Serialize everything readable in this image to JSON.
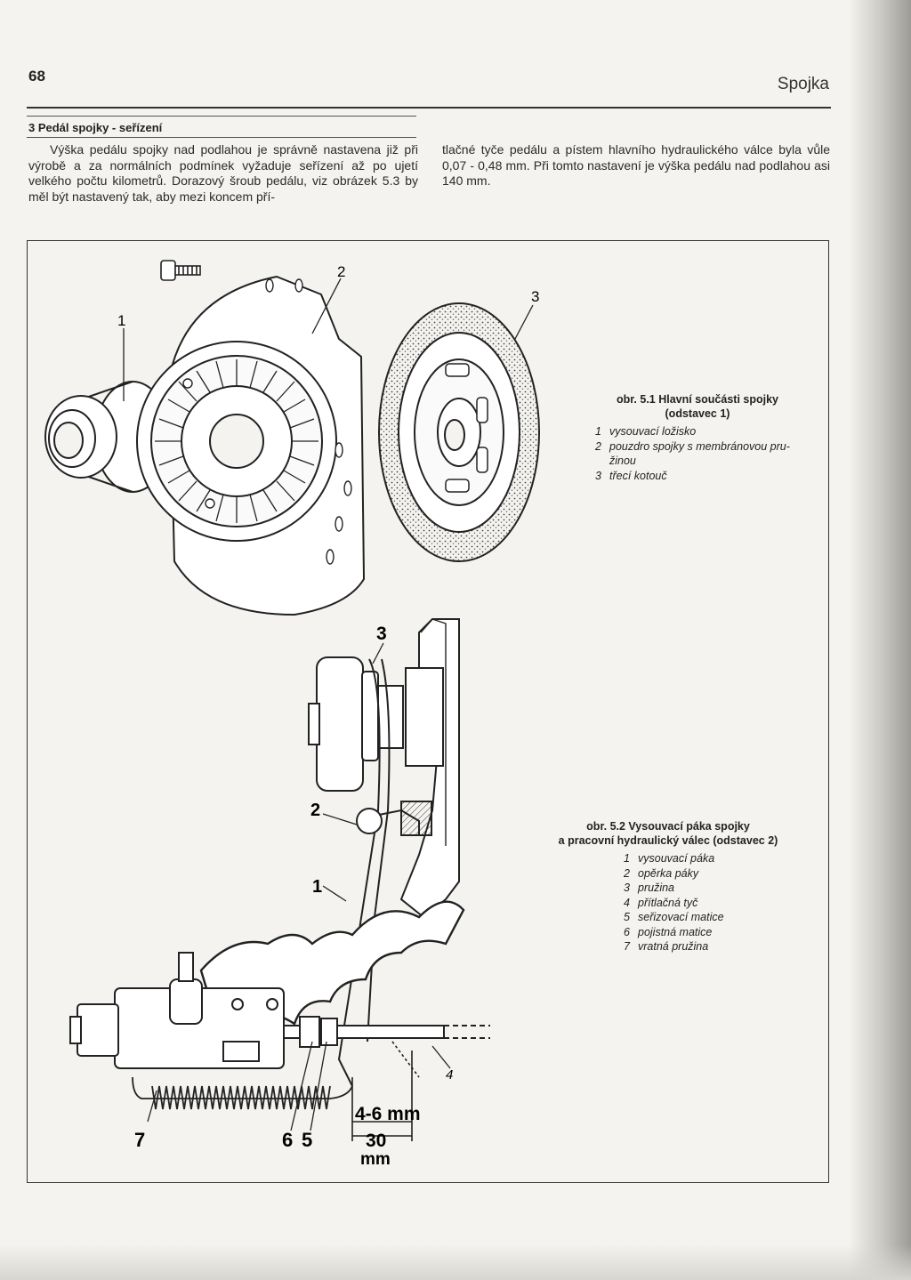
{
  "header": {
    "page_number": "68",
    "running_head": "Spojka"
  },
  "section": {
    "heading": "3   Pedál spojky - seřízení",
    "left_text": "Výška pedálu spojky nad podlahou je správně nastavena již při výrobě a za normálních podmínek vyžaduje seřízení až po ujetí velkého počtu kilometrů. Dorazový šroub pedálu, viz obrázek 5.3 by měl být nastavený tak, aby mezi koncem pří-",
    "right_text": "tlačné tyče pedálu a pístem hlavního hydraulického válce byla vůle 0,07 - 0,48 mm. Při tomto nastavení je výška pedálu nad podlahou asi 140 mm."
  },
  "figure1": {
    "caption_title_line1": "obr. 5.1 Hlavní součásti spojky",
    "caption_title_line2": "(odstavec 1)",
    "items": [
      {
        "num": "1",
        "text": "vysouvací ložisko"
      },
      {
        "num": "2",
        "text": "pouzdro spojky s membránovou pru-"
      },
      {
        "num": "",
        "text": "žinou"
      },
      {
        "num": "3",
        "text": "třecí kotouč"
      }
    ],
    "callouts": {
      "c1": "1",
      "c2": "2",
      "c3": "3"
    }
  },
  "figure2": {
    "caption_title_line1": "obr. 5.2 Vysouvací páka spojky",
    "caption_title_line2": "a pracovní hydraulický válec (odstavec 2)",
    "items": [
      {
        "num": "1",
        "text": "vysouvací páka"
      },
      {
        "num": "2",
        "text": "opěrka páky"
      },
      {
        "num": "3",
        "text": "pružina"
      },
      {
        "num": "4",
        "text": "přítlačná tyč"
      },
      {
        "num": "5",
        "text": "seřizovací matice"
      },
      {
        "num": "6",
        "text": "pojistná matice"
      },
      {
        "num": "7",
        "text": "vratná pružina"
      }
    ],
    "callouts": {
      "c1": "1",
      "c2": "2",
      "c3": "3",
      "c4": "4",
      "c5": "5",
      "c6": "6",
      "c7": "7"
    },
    "dimension_gap": "4-6 mm",
    "dimension_travel": "30",
    "dimension_travel_unit": "mm"
  }
}
